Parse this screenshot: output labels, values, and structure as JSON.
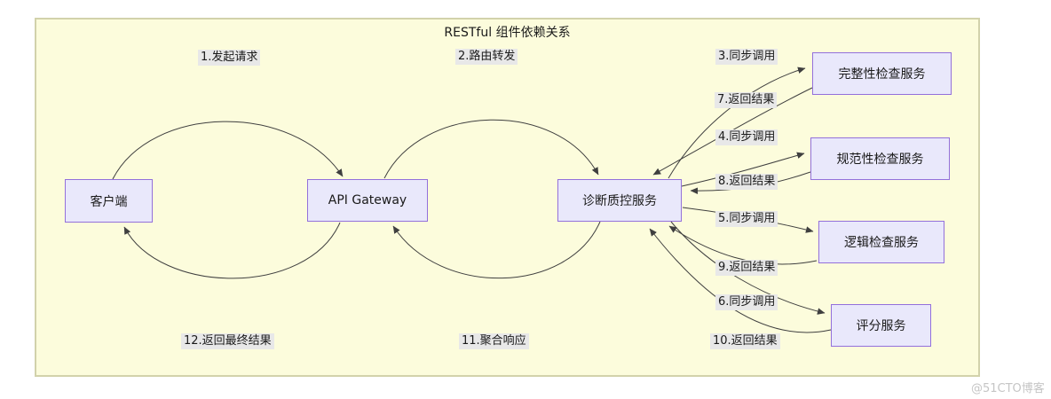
{
  "diagram": {
    "title": "RESTful 组件依赖关系",
    "nodes": [
      {
        "id": "client",
        "label": "客户端"
      },
      {
        "id": "api-gateway",
        "label": "API Gateway"
      },
      {
        "id": "qc-service",
        "label": "诊断质控服务"
      },
      {
        "id": "integrity-service",
        "label": "完整性检查服务"
      },
      {
        "id": "standard-service",
        "label": "规范性检查服务"
      },
      {
        "id": "logic-service",
        "label": "逻辑检查服务"
      },
      {
        "id": "score-service",
        "label": "评分服务"
      }
    ],
    "edge_labels": [
      {
        "num": "1",
        "label": "1.发起请求"
      },
      {
        "num": "2",
        "label": "2.路由转发"
      },
      {
        "num": "3",
        "label": "3.同步调用"
      },
      {
        "num": "4",
        "label": "4.同步调用"
      },
      {
        "num": "5",
        "label": "5.同步调用"
      },
      {
        "num": "6",
        "label": "6.同步调用"
      },
      {
        "num": "7",
        "label": "7.返回结果"
      },
      {
        "num": "8",
        "label": "8.返回结果"
      },
      {
        "num": "9",
        "label": "9.返回结果"
      },
      {
        "num": "10",
        "label": "10.返回结果"
      },
      {
        "num": "11",
        "label": "11.聚合响应"
      },
      {
        "num": "12",
        "label": "12.返回最终结果"
      }
    ],
    "colors": {
      "canvas_bg": "#FCFCDC",
      "canvas_border": "#D2D2AB",
      "node_fill": "#E9E8FB",
      "node_border": "#9370DB",
      "edge_label_bg": "#E8E8E8",
      "edge_stroke": "#3F3F3F",
      "text": "#1A1A1A",
      "watermark_color": "#C5C5C5"
    }
  },
  "watermark": "@51CTO博客"
}
